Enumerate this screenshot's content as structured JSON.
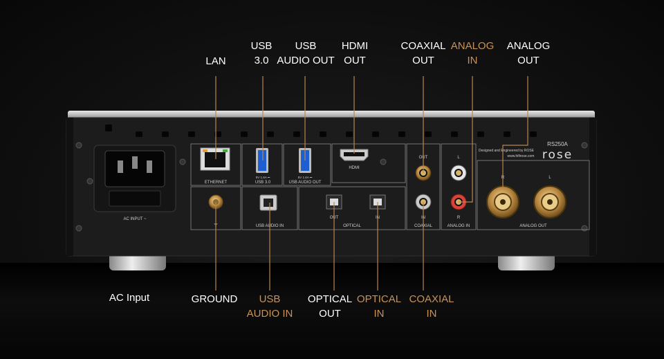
{
  "labels": {
    "lan": {
      "l1": "LAN"
    },
    "usb30": {
      "l1": "USB",
      "l2": "3.0"
    },
    "usb_audio_out": {
      "l1": "USB",
      "l2": "AUDIO OUT"
    },
    "hdmi_out": {
      "l1": "HDMI",
      "l2": "OUT"
    },
    "coaxial_out": {
      "l1": "COAXIAL",
      "l2": "OUT"
    },
    "analog_in": {
      "l1": "ANALOG",
      "l2": "IN"
    },
    "analog_out": {
      "l1": "ANALOG",
      "l2": "OUT"
    },
    "ac_input": {
      "l1": "AC Input"
    },
    "ground": {
      "l1": "GROUND"
    },
    "usb_audio_in": {
      "l1": "USB",
      "l2": "AUDIO IN"
    },
    "optical_out": {
      "l1": "OPTICAL",
      "l2": "OUT"
    },
    "optical_in": {
      "l1": "OPTICAL",
      "l2": "IN"
    },
    "coaxial_in": {
      "l1": "COAXIAL",
      "l2": "IN"
    }
  },
  "panel_text": {
    "ethernet": "ETHERNET",
    "usb30": "USB 3.0",
    "usb30_rating": "5V 1.6A ⎓",
    "usb_audio_out": "USB AUDIO OUT",
    "usb_audio_out_rating": "5V 1.6A ⎓",
    "hdmi": "HDMI",
    "ac_input": "AC INPUT ~",
    "usb_audio_in": "USB AUDIO IN",
    "optical": "OPTICAL",
    "optical_out": "OUT",
    "optical_in": "IN",
    "coaxial": "COAXIAL",
    "coax_out": "OUT",
    "coax_in": "IN",
    "analog_in": "ANALOG IN",
    "analog_in_l": "L",
    "analog_in_r": "R",
    "analog_out": "ANALOG OUT",
    "analog_out_r": "R",
    "analog_out_l": "L",
    "designed": "Designed and Engineered by ROSE",
    "website": "www.hifirose.com",
    "model": "RS250A",
    "brand": "rose"
  },
  "colors": {
    "label_white": "#ffffff",
    "label_gold": "#c8935a",
    "leader_gold": "#b8874f",
    "chassis": "#1c1c1c"
  }
}
